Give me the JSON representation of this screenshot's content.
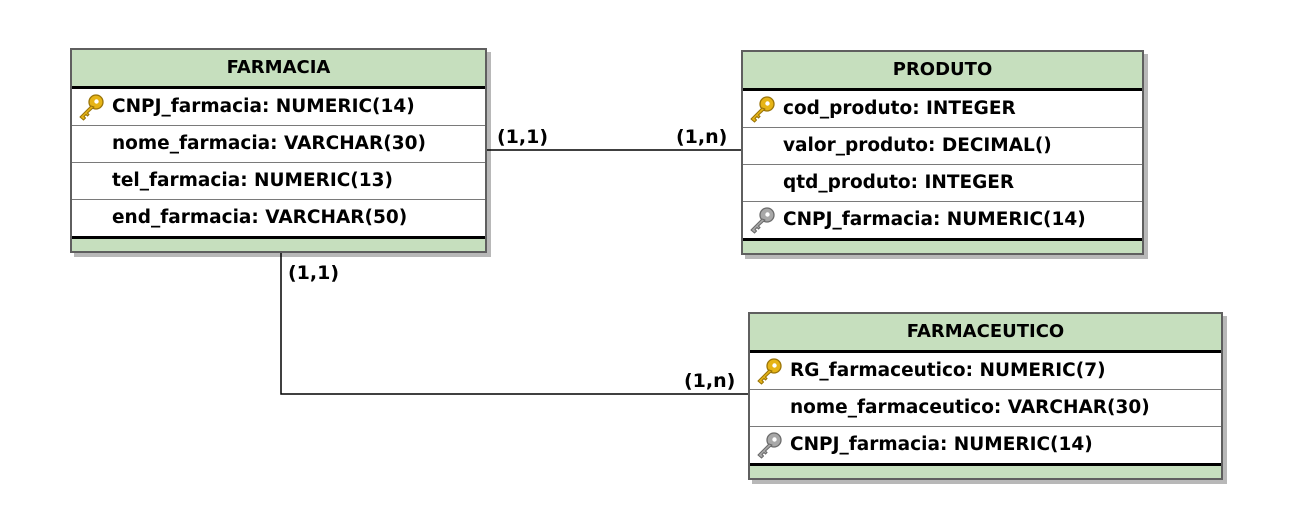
{
  "entities": {
    "farmacia": {
      "name": "FARMACIA",
      "attributes": [
        {
          "text": "CNPJ_farmacia: NUMERIC(14)",
          "key": "primary"
        },
        {
          "text": "nome_farmacia: VARCHAR(30)",
          "key": "none"
        },
        {
          "text": "tel_farmacia: NUMERIC(13)",
          "key": "none"
        },
        {
          "text": "end_farmacia: VARCHAR(50)",
          "key": "none"
        }
      ]
    },
    "produto": {
      "name": "PRODUTO",
      "attributes": [
        {
          "text": "cod_produto: INTEGER",
          "key": "primary"
        },
        {
          "text": "valor_produto: DECIMAL()",
          "key": "none"
        },
        {
          "text": "qtd_produto: INTEGER",
          "key": "none"
        },
        {
          "text": "CNPJ_farmacia: NUMERIC(14)",
          "key": "foreign"
        }
      ]
    },
    "farmaceutico": {
      "name": "FARMACEUTICO",
      "attributes": [
        {
          "text": "RG_farmaceutico: NUMERIC(7)",
          "key": "primary"
        },
        {
          "text": "nome_farmaceutico: VARCHAR(30)",
          "key": "none"
        },
        {
          "text": "CNPJ_farmacia: NUMERIC(14)",
          "key": "foreign"
        }
      ]
    }
  },
  "relationships": {
    "farmacia_produto": {
      "from_label": "(1,1)",
      "to_label": "(1,n)"
    },
    "farmacia_farmaceutico": {
      "from_label": "(1,1)",
      "to_label": "(1,n)"
    }
  },
  "colors": {
    "header_fill": "#c6dfbe",
    "primary_key_icon": "#e6b416",
    "foreign_key_icon": "#a8a8a8",
    "line": "#000000"
  },
  "icons": {
    "primary": "primary-key-icon",
    "foreign": "foreign-key-icon"
  }
}
